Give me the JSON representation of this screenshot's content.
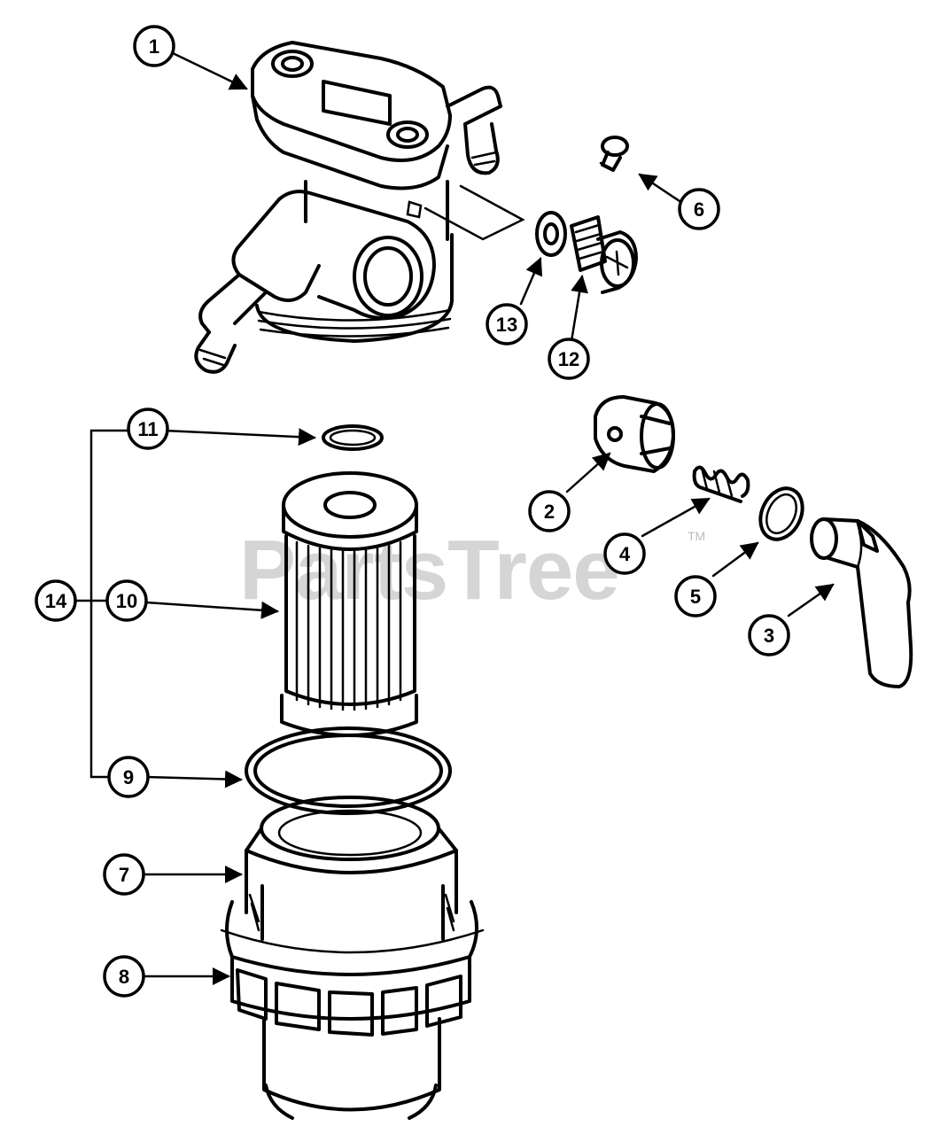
{
  "watermark": {
    "text": "PartsTree",
    "trademark": "TM"
  },
  "callouts": [
    "1",
    "2",
    "3",
    "4",
    "5",
    "6",
    "7",
    "8",
    "9",
    "10",
    "11",
    "12",
    "13",
    "14"
  ],
  "colors": {
    "line": "#000000",
    "background": "#ffffff",
    "watermark": "#c8c8c8"
  }
}
